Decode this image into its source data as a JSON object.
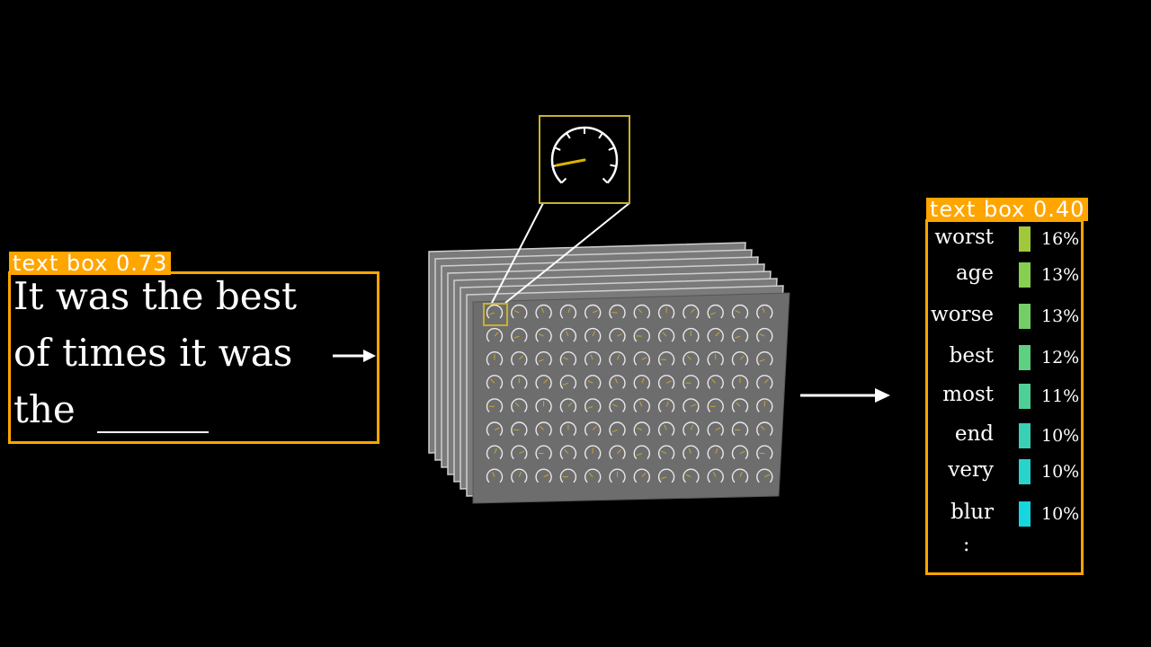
{
  "input_detection": {
    "label": "text box 0.73"
  },
  "output_detection": {
    "label": "text box 0.40"
  },
  "input_text": {
    "lines": [
      "It was the best",
      "of times it was",
      "the"
    ],
    "blank": "______"
  },
  "arrows": {
    "in": "right-arrow-icon",
    "out": "right-arrow-icon"
  },
  "network": {
    "rows": 8,
    "cols": 12,
    "layers": 8,
    "highlight": "dial-icon",
    "colors": {
      "panel": "#6d6d6d",
      "highlight": "#c8b030",
      "needle": "#d9b300"
    }
  },
  "predictions": [
    {
      "word": "worst",
      "pct": "16%",
      "value": 16,
      "color": "#9fc93a"
    },
    {
      "word": "age",
      "pct": "13%",
      "value": 13,
      "color": "#86cf52"
    },
    {
      "word": "worse",
      "pct": "13%",
      "value": 13,
      "color": "#73cf65"
    },
    {
      "word": "best",
      "pct": "12%",
      "value": 12,
      "color": "#5fcf80"
    },
    {
      "word": "most",
      "pct": "11%",
      "value": 11,
      "color": "#4fcf98"
    },
    {
      "word": "end",
      "pct": "10%",
      "value": 10,
      "color": "#39d0b5"
    },
    {
      "word": "very",
      "pct": "10%",
      "value": 10,
      "color": "#28d3cc"
    },
    {
      "word": "blur",
      "pct": "10%",
      "value": 10,
      "color": "#18d6e0"
    }
  ],
  "more_indicator": ":",
  "colors": {
    "detection": "#ffa500",
    "background": "#000000",
    "text": "#ffffff"
  }
}
